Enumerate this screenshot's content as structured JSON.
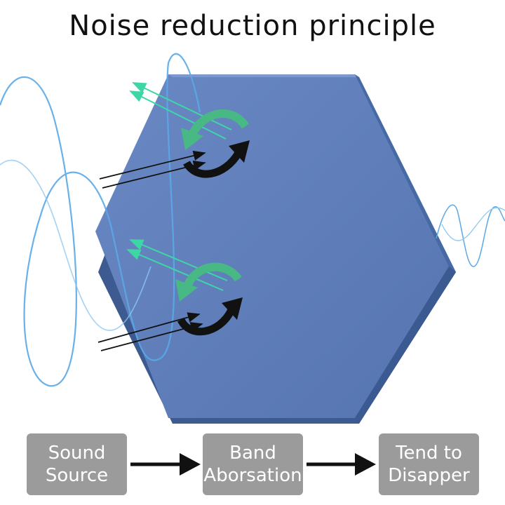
{
  "title": "Noise reduction principle",
  "process_steps": [
    "Sound\nSource",
    "Band\nAborsation",
    "Tend to\nDisapper"
  ],
  "colors": {
    "panel": "#5b7bb8",
    "panel_edge": "#3f5d96",
    "wave": "#5aa8e8",
    "reflected_arrow": "#3fd6a6",
    "incident_arrow": "#111111",
    "step_box": "#9b9b9b"
  }
}
